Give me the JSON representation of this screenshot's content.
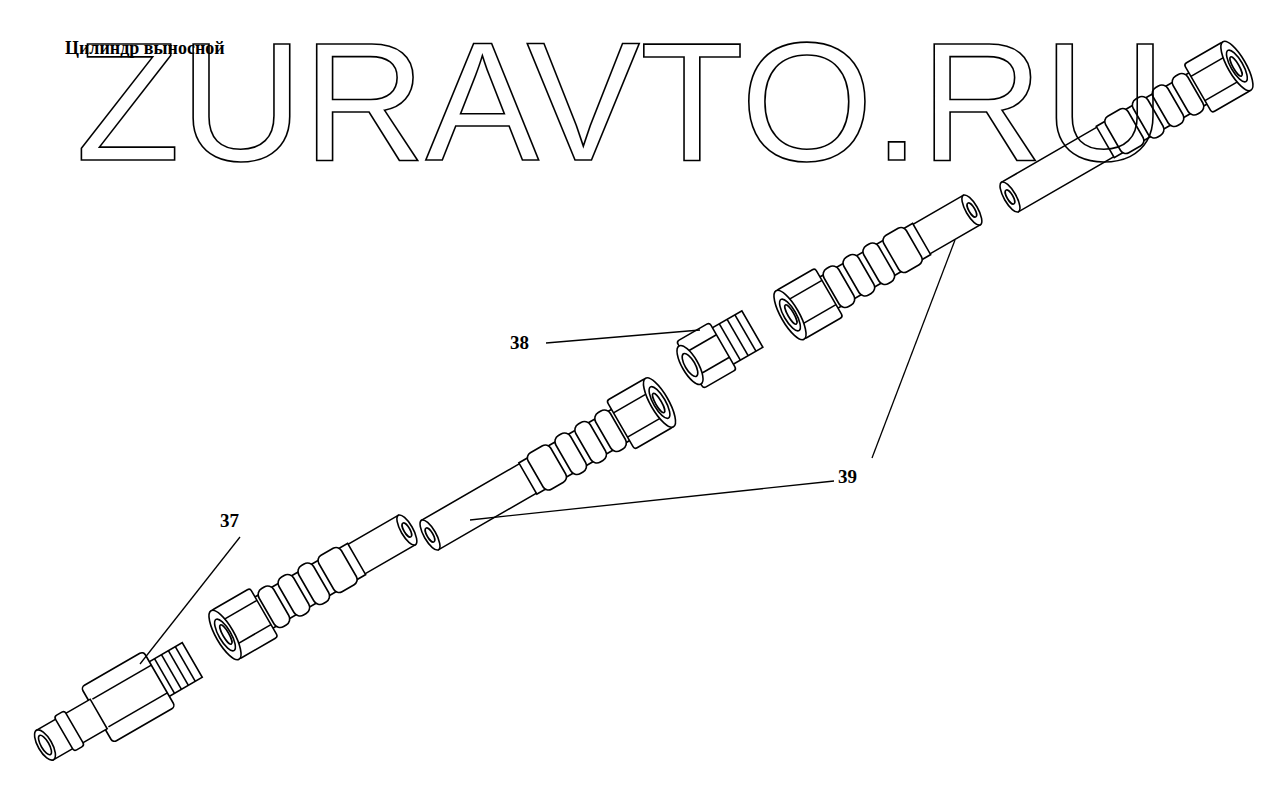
{
  "diagram": {
    "title": "Цилиндр выносной",
    "labels": [
      "ZURAVTO.RU",
      "38",
      "39",
      "37"
    ]
  }
}
